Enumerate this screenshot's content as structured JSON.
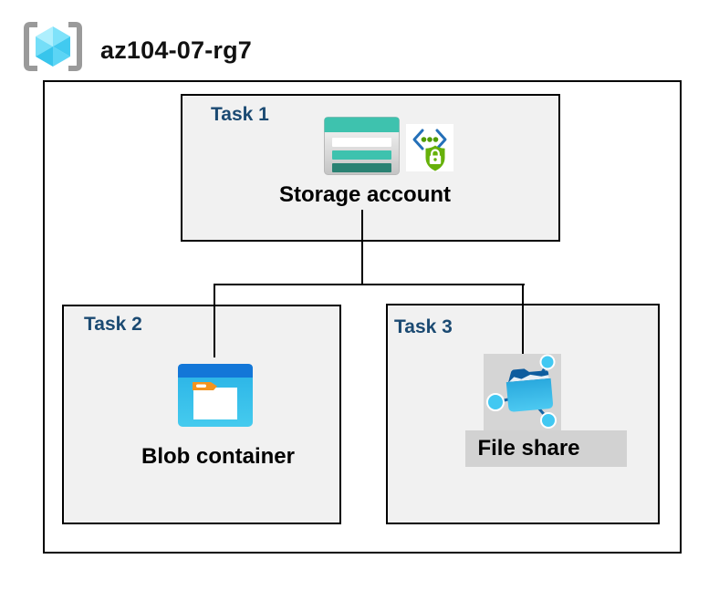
{
  "header": {
    "resource_group_name": "az104-07-rg7",
    "icon": "resource-group-icon"
  },
  "diagram": {
    "tasks": [
      {
        "id": "task1",
        "label": "Task 1",
        "resource": "Storage account",
        "icons": [
          "storage-account-icon",
          "secure-access-shield-icon"
        ]
      },
      {
        "id": "task2",
        "label": "Task 2",
        "resource": "Blob container",
        "icons": [
          "blob-container-icon"
        ]
      },
      {
        "id": "task3",
        "label": "Task 3",
        "resource": "File share",
        "icons": [
          "file-share-icon"
        ]
      }
    ],
    "connections": [
      {
        "from": "task1",
        "to": "task2"
      },
      {
        "from": "task1",
        "to": "task3"
      }
    ]
  },
  "colors": {
    "task_label": "#1b4a72",
    "box_fill": "#f1f1f1",
    "box_border": "#000000",
    "teal": "#3ec2ae",
    "teal_dark": "#2a8273",
    "blob_bar_blue": "#1377d8",
    "blob_body_cyan": "#35bce9",
    "folder_tab_orange": "#f5941e",
    "fileshare_cyan": "#3bbfec",
    "fileshare_flap_blue": "#0e5c9e",
    "shield_green": "#66b10a",
    "bracket_blue": "#2470b8",
    "rg_bracket_gray": "#9a9a9a",
    "plate_gray": "#d2d2d2"
  }
}
